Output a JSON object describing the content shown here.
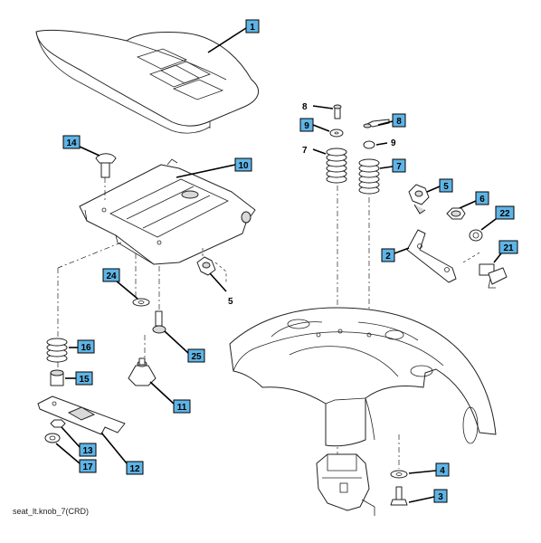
{
  "caption": "seat_lt.knob_7(CRD)",
  "callout_color": "#5fb4e6",
  "callouts": {
    "seat": "1",
    "seat_pan": "10",
    "carriage_bolt": "14",
    "knob_right": "5",
    "knob_left": "5",
    "washer_24": "24",
    "bolt_25": "25",
    "spring_16": "16",
    "spacer_15": "15",
    "knob_11": "11",
    "bracket_12": "12",
    "nut_13": "13",
    "washer_17": "17",
    "bolt_8_left": "8",
    "washer_9_left": "9",
    "spring_7_left": "7",
    "bolt_8_right": "8",
    "washer_9_right": "9",
    "spring_7_right": "7",
    "nut_6": "6",
    "bracket_2": "2",
    "nut_22": "22",
    "bolt_21": "21",
    "washer_4": "4",
    "bolt_3": "3"
  }
}
